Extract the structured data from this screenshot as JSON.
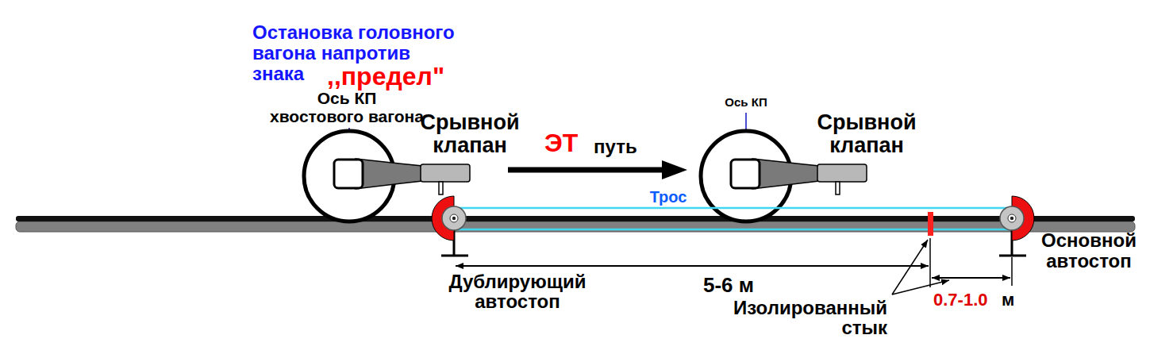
{
  "diagram": {
    "labels": [
      "Остановка головного вагона напротив знака",
      ",,предел\"",
      "Ось КП хвостового вагона",
      "Срывной клапан",
      "ЭТ",
      "путь",
      "Ось КП",
      "Срывной клапан",
      "Трос",
      "5-6 м",
      "Дублирующий автостоп",
      "Изолированный стык",
      "Основной автостоп",
      "0.7-1.0",
      "м"
    ]
  }
}
